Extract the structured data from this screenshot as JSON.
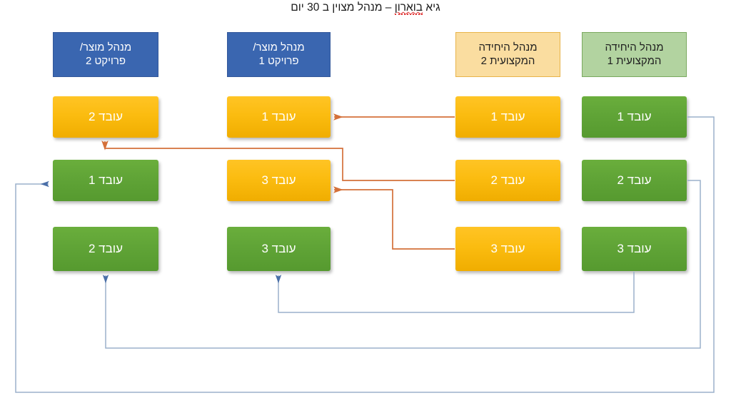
{
  "title": {
    "prefix": "גיא ",
    "misspelled": "בוארון",
    "suffix": " – מנהל מצוין ב 30 יום",
    "full": "גיא בוארון – מנהל מצוין ב 30 יום"
  },
  "colors": {
    "header_blue": "#3a66b0",
    "header_orange": "#fadda0",
    "header_green": "#b2d3a0",
    "employee_gold": "#fbbc10",
    "employee_green": "#5fa336",
    "arrow_orange": "#d4703a",
    "arrow_blue": "#8fa8c8",
    "background": "#ffffff",
    "spellcheck_underline": "#e03a3a"
  },
  "columns": [
    {
      "key": "product-manager-2",
      "header": "מנהל מוצר/\nפרויקט 2",
      "header_style": "blue",
      "employees": [
        {
          "label": "עובד 2",
          "style": "gold"
        },
        {
          "label": "עובד 1",
          "style": "green"
        },
        {
          "label": "עובד 2",
          "style": "green"
        }
      ]
    },
    {
      "key": "product-manager-1",
      "header": "מנהל מוצר/\nפרויקט 1",
      "header_style": "blue",
      "employees": [
        {
          "label": "עובד 1",
          "style": "gold"
        },
        {
          "label": "עובד 3",
          "style": "gold"
        },
        {
          "label": "עובד 3",
          "style": "green"
        }
      ]
    },
    {
      "key": "professional-unit-manager-2",
      "header": "מנהל היחידה\nהמקצועית 2",
      "header_style": "orange",
      "employees": [
        {
          "label": "עובד 1",
          "style": "gold"
        },
        {
          "label": "עובד 2",
          "style": "gold"
        },
        {
          "label": "עובד 3",
          "style": "gold"
        }
      ]
    },
    {
      "key": "professional-unit-manager-1",
      "header": "מנהל היחידה\nהמקצועית 1",
      "header_style": "green",
      "employees": [
        {
          "label": "עובד 1",
          "style": "green"
        },
        {
          "label": "עובד 2",
          "style": "green"
        },
        {
          "label": "עובד 3",
          "style": "green"
        }
      ]
    }
  ],
  "connections": [
    {
      "name": "orange-unit2-emp1-to-pm1-emp1",
      "color": "orange"
    },
    {
      "name": "orange-unit2-emp2-to-pm2-emp1",
      "color": "orange"
    },
    {
      "name": "orange-unit2-emp3-to-pm1-emp3",
      "color": "orange"
    },
    {
      "name": "blue-unit1-emp1-to-pm2-emp1",
      "color": "blue"
    },
    {
      "name": "blue-unit1-emp2-to-pm2-emp2",
      "color": "blue"
    },
    {
      "name": "blue-unit1-emp3-to-pm1-emp3",
      "color": "blue"
    }
  ]
}
